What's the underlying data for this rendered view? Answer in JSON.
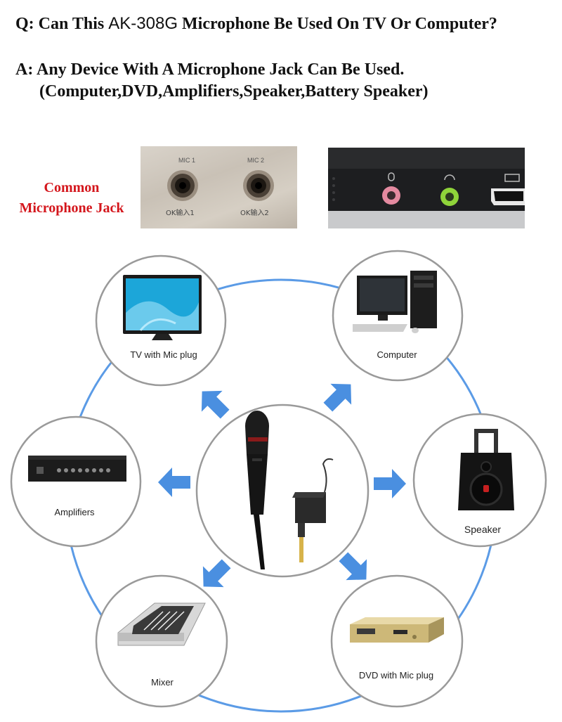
{
  "question": {
    "prefix": "Q: Can This",
    "model": "AK-308G",
    "suffix": "Microphone Be Used On TV Or Computer?"
  },
  "answer": {
    "line1": "A: Any Device With A Microphone Jack Can Be Used.",
    "line2": "(Computer,DVD,Amplifiers,Speaker,Battery Speaker)"
  },
  "jack_label": {
    "line1": "Common",
    "line2": "Microphone Jack"
  },
  "panel_labels": {
    "mic1": "MIC 1",
    "mic2": "MIC 2",
    "ok1": "OK输入1",
    "ok2": "OK输入2"
  },
  "devices": {
    "tv": "TV with Mic plug",
    "computer": "Computer",
    "amplifiers": "Amplifiers",
    "speaker": "Speaker",
    "mixer": "Mixer",
    "dvd": "DVD with Mic plug"
  },
  "colors": {
    "headline_red": "#d4161c",
    "arrow_blue": "#4a8fe0",
    "ring_blue": "#5b9be6",
    "jack_pink": "#e48aa0",
    "jack_green": "#8fd43a"
  }
}
